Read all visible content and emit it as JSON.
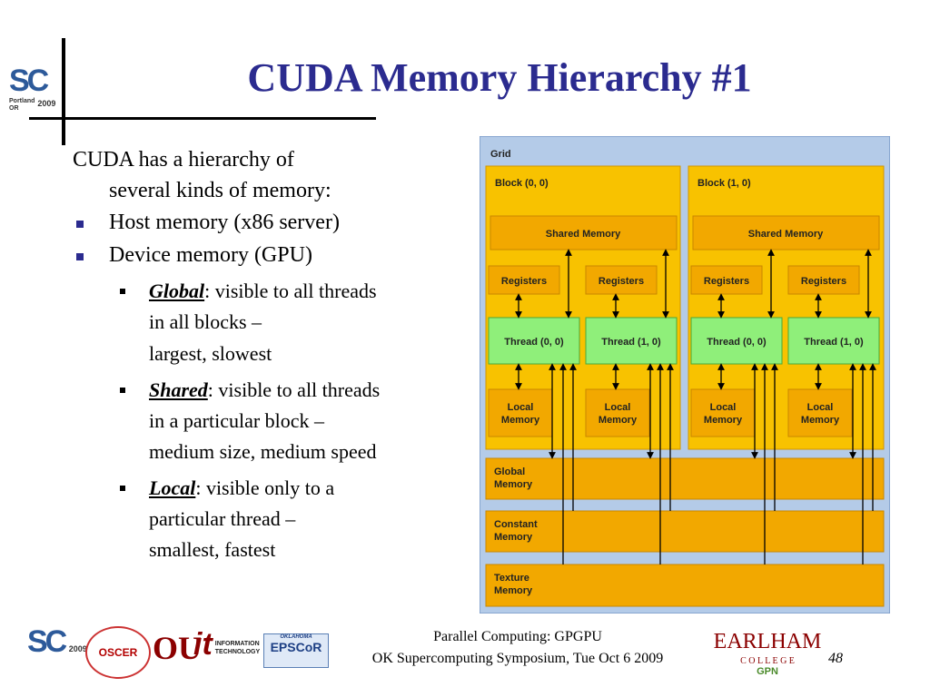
{
  "slide": {
    "title": "CUDA Memory Hierarchy #1",
    "intro_line1": "CUDA has a hierarchy of",
    "intro_line2": "several kinds of memory:",
    "bullets": [
      "Host memory (x86 server)",
      "Device memory (GPU)"
    ],
    "sub_bullets": [
      {
        "term": "Global",
        "line1": ": visible to all threads",
        "line2": "in all blocks –",
        "line3": "largest, slowest"
      },
      {
        "term": "Shared",
        "line1": ": visible to all threads",
        "line2": "in a particular block –",
        "line3": "medium size, medium speed"
      },
      {
        "term": "Local",
        "line1": ": visible only to a",
        "line2": "particular thread –",
        "line3": "smallest, fastest"
      }
    ],
    "page_number": "48"
  },
  "diagram": {
    "grid_label": "Grid",
    "blocks": [
      {
        "label": "Block (0, 0)",
        "shared": "Shared Memory",
        "registers": [
          "Registers",
          "Registers"
        ],
        "threads": [
          "Thread (0, 0)",
          "Thread (1, 0)"
        ],
        "local": [
          [
            "Local",
            "Memory"
          ],
          [
            "Local",
            "Memory"
          ]
        ]
      },
      {
        "label": "Block (1, 0)",
        "shared": "Shared Memory",
        "registers": [
          "Registers",
          "Registers"
        ],
        "threads": [
          "Thread (0, 0)",
          "Thread (1, 0)"
        ],
        "local": [
          [
            "Local",
            "Memory"
          ],
          [
            "Local",
            "Memory"
          ]
        ]
      }
    ],
    "global": [
      "Global",
      "Memory"
    ],
    "constant": [
      "Constant",
      "Memory"
    ],
    "texture": [
      "Texture",
      "Memory"
    ],
    "colors": {
      "grid_bg": "#b4cbe8",
      "block": "#f8c200",
      "box": "#f2a800",
      "thread": "#8fef7a"
    }
  },
  "header_logo": {
    "sc": "SC",
    "line1": "Portland",
    "line2": "OR",
    "year": "2009"
  },
  "footer": {
    "line1": "Parallel Computing: GPGPU",
    "line2": "OK Supercomputing Symposium, Tue Oct 6 2009",
    "logos": {
      "sc": "SC",
      "sc_year": "2009",
      "oscer": "OSCER",
      "ou": "OU",
      "it": "it",
      "it_text1": "INFORMATION",
      "it_text2": "TECHNOLOGY",
      "epscor": "EPSCoR",
      "epscor_top": "OKLAHOMA",
      "earlham": "EARLHAM",
      "college": "C O L L E G E",
      "gpn": "GPN"
    }
  }
}
